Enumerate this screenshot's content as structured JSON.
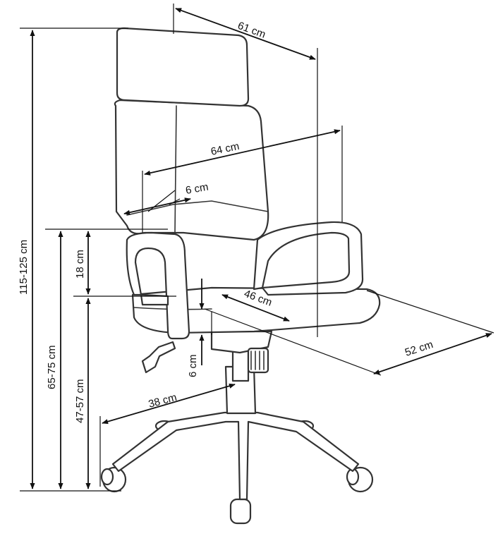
{
  "dimensions": {
    "width_top": "61 cm",
    "arm_width": "64 cm",
    "arm_thickness": "6 cm",
    "seat_depth": "46 cm",
    "seat_width": "52 cm",
    "base_radius": "38 cm",
    "seat_thickness": "6 cm",
    "armrest_height": "18 cm",
    "total_height": "115-125 cm",
    "arm_floor_height": "65-75 cm",
    "seat_height": "47-57 cm"
  },
  "colors": {
    "line": "#333333",
    "dimension": "#111111"
  }
}
